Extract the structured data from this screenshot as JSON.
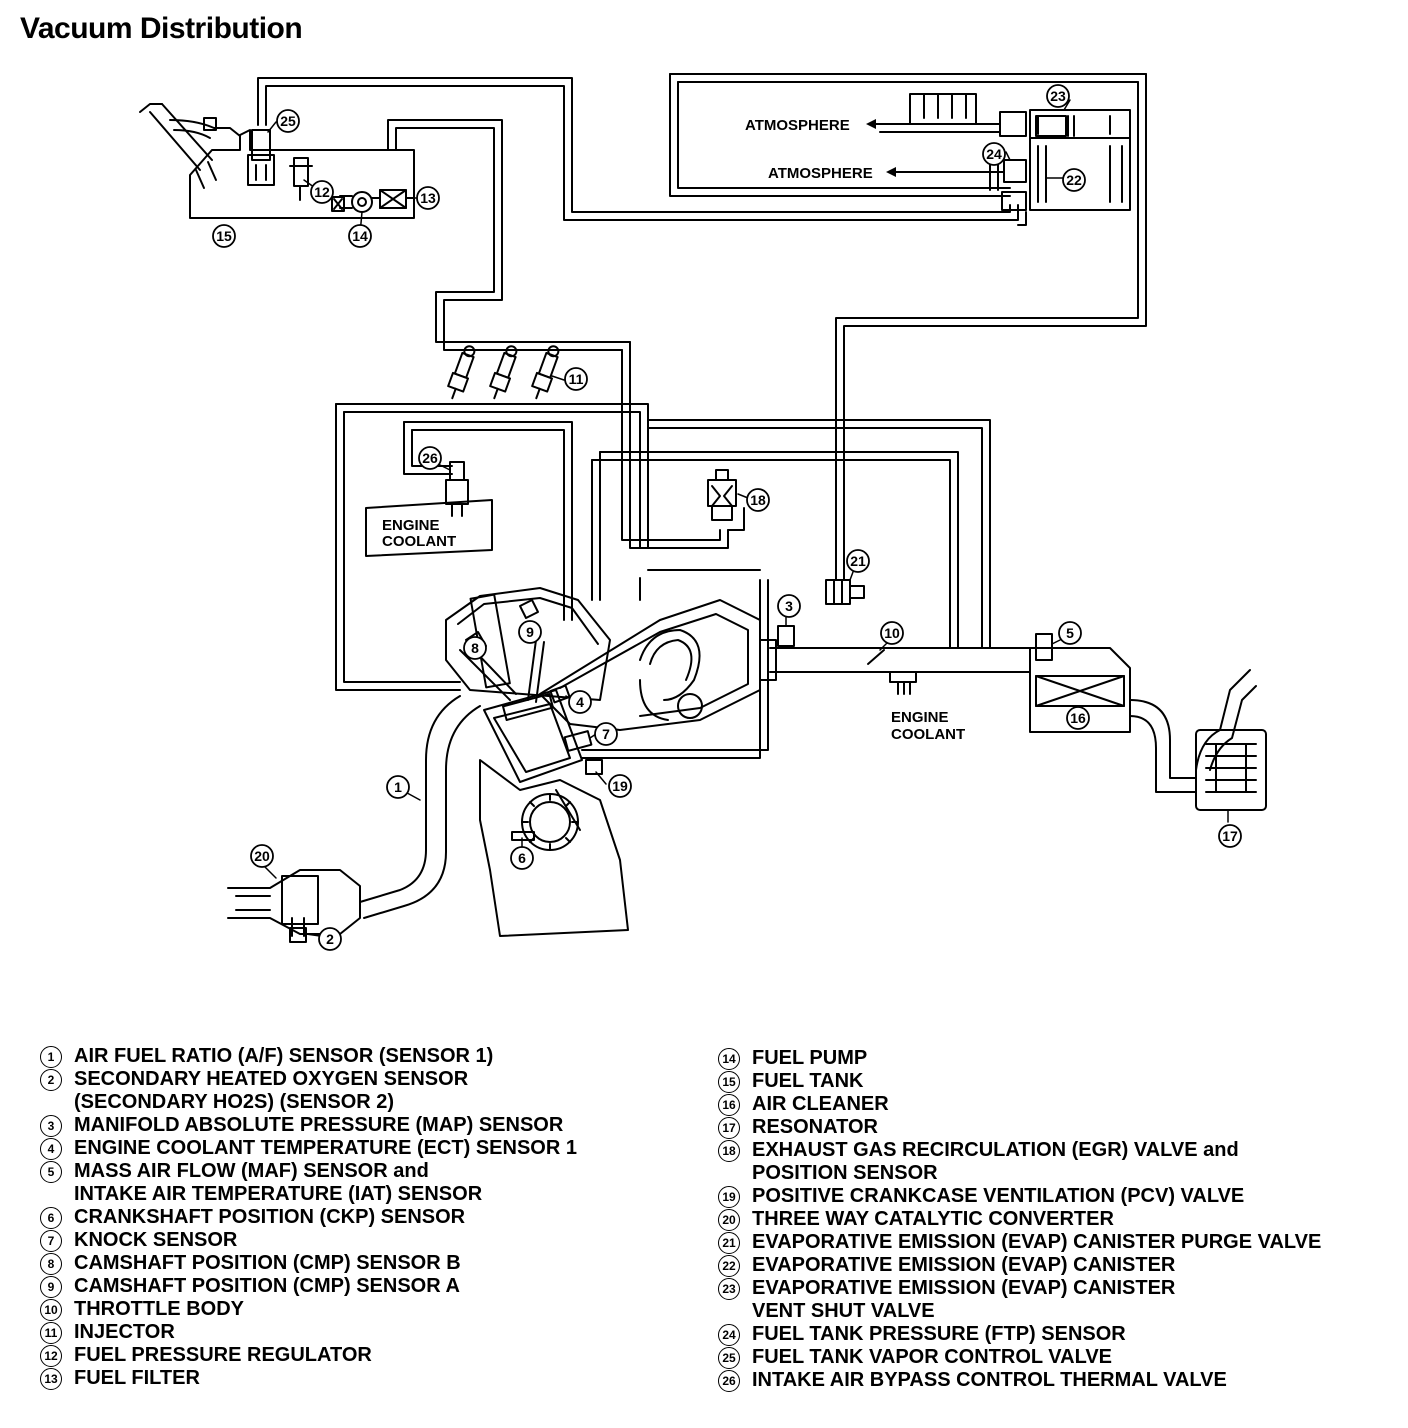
{
  "title": "Vacuum Distribution",
  "labels": {
    "atmosphere_1": "ATMOSPHERE",
    "atmosphere_2": "ATMOSPHERE",
    "engine_coolant_1_line1": "ENGINE",
    "engine_coolant_1_line2": "COOLANT",
    "engine_coolant_2_line1": "ENGINE",
    "engine_coolant_2_line2": "COOLANT"
  },
  "callouts": [
    "1",
    "2",
    "3",
    "4",
    "5",
    "6",
    "7",
    "8",
    "9",
    "10",
    "11",
    "12",
    "13",
    "14",
    "15",
    "16",
    "17",
    "18",
    "19",
    "20",
    "21",
    "22",
    "23",
    "24",
    "25",
    "26"
  ],
  "legend": {
    "left": [
      {
        "num": "1",
        "lines": [
          "AIR FUEL RATIO (A/F) SENSOR (SENSOR 1)"
        ]
      },
      {
        "num": "2",
        "lines": [
          "SECONDARY HEATED OXYGEN SENSOR",
          "(SECONDARY HO2S) (SENSOR 2)"
        ]
      },
      {
        "num": "3",
        "lines": [
          "MANIFOLD ABSOLUTE PRESSURE (MAP) SENSOR"
        ]
      },
      {
        "num": "4",
        "lines": [
          "ENGINE COOLANT TEMPERATURE (ECT) SENSOR 1"
        ]
      },
      {
        "num": "5",
        "lines": [
          "MASS AIR FLOW (MAF) SENSOR and",
          "INTAKE AIR TEMPERATURE (IAT) SENSOR"
        ]
      },
      {
        "num": "6",
        "lines": [
          "CRANKSHAFT POSITION (CKP) SENSOR"
        ]
      },
      {
        "num": "7",
        "lines": [
          "KNOCK SENSOR"
        ]
      },
      {
        "num": "8",
        "lines": [
          "CAMSHAFT POSITION (CMP) SENSOR B"
        ]
      },
      {
        "num": "9",
        "lines": [
          "CAMSHAFT POSITION (CMP) SENSOR A"
        ]
      },
      {
        "num": "10",
        "lines": [
          "THROTTLE BODY"
        ]
      },
      {
        "num": "11",
        "lines": [
          "INJECTOR"
        ]
      },
      {
        "num": "12",
        "lines": [
          "FUEL PRESSURE REGULATOR"
        ]
      },
      {
        "num": "13",
        "lines": [
          "FUEL FILTER"
        ]
      }
    ],
    "right": [
      {
        "num": "14",
        "lines": [
          "FUEL PUMP"
        ]
      },
      {
        "num": "15",
        "lines": [
          "FUEL TANK"
        ]
      },
      {
        "num": "16",
        "lines": [
          "AIR CLEANER"
        ]
      },
      {
        "num": "17",
        "lines": [
          "RESONATOR"
        ]
      },
      {
        "num": "18",
        "lines": [
          "EXHAUST GAS RECIRCULATION (EGR) VALVE and",
          "POSITION SENSOR"
        ]
      },
      {
        "num": "19",
        "lines": [
          "POSITIVE CRANKCASE VENTILATION (PCV) VALVE"
        ]
      },
      {
        "num": "20",
        "lines": [
          "THREE WAY CATALYTIC CONVERTER"
        ]
      },
      {
        "num": "21",
        "lines": [
          "EVAPORATIVE EMISSION (EVAP) CANISTER PURGE VALVE"
        ]
      },
      {
        "num": "22",
        "lines": [
          "EVAPORATIVE EMISSION (EVAP) CANISTER"
        ]
      },
      {
        "num": "23",
        "lines": [
          "EVAPORATIVE EMISSION (EVAP) CANISTER",
          "VENT SHUT VALVE"
        ]
      },
      {
        "num": "24",
        "lines": [
          "FUEL TANK PRESSURE (FTP) SENSOR"
        ]
      },
      {
        "num": "25",
        "lines": [
          "FUEL TANK VAPOR CONTROL VALVE"
        ]
      },
      {
        "num": "26",
        "lines": [
          "INTAKE AIR BYPASS CONTROL THERMAL VALVE"
        ]
      }
    ]
  }
}
